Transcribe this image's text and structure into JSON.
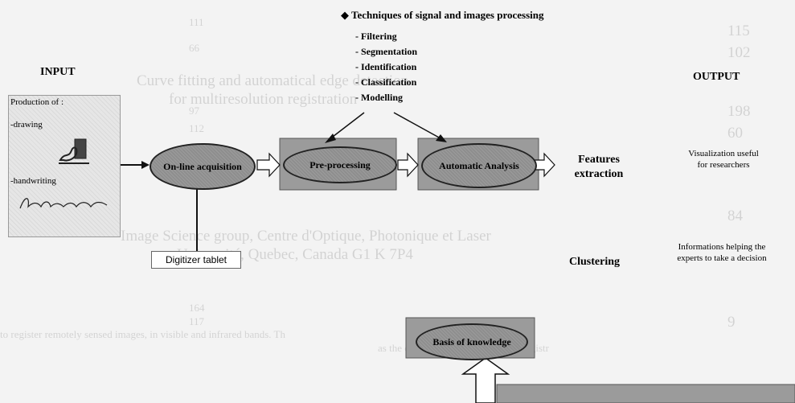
{
  "techniques": {
    "title": "Techniques of signal and images processing",
    "items": [
      "- Filtering",
      "- Segmentation",
      "- Identification",
      "- Classification",
      "- Modelling"
    ]
  },
  "input_label": "INPUT",
  "output_label": "OUTPUT",
  "production": {
    "title": "Production of :",
    "drawing": "-drawing",
    "handwriting": "-handwriting"
  },
  "process": {
    "online": "On-line acquisition",
    "preprocessing": "Pre-processing",
    "automatic": "Automatic Analysis",
    "features": "Features extraction",
    "clustering": "Clustering",
    "basis": "Basis of knowledge"
  },
  "digitizer": "Digitizer  tablet",
  "outputs": {
    "visualization": "Visualization useful for researchers",
    "informations": "Informations helping the experts to take a decision"
  },
  "background_text": {
    "line1": "Curve fitting and automatical edge detection",
    "line2": "for multiresolution registration",
    "line3": "Image Science group, Centre d'Optique, Photonique et Laser",
    "line4": "Université, Quebec, Canada G1 K 7P4",
    "line5": "to register remotely sensed images, in visible and infrared bands. Th",
    "line6": "as the common features for image registr",
    "numbers": [
      "115",
      "102",
      "198",
      "60",
      "84",
      "164",
      "117",
      "9",
      "111",
      "66",
      "112",
      "97"
    ]
  }
}
